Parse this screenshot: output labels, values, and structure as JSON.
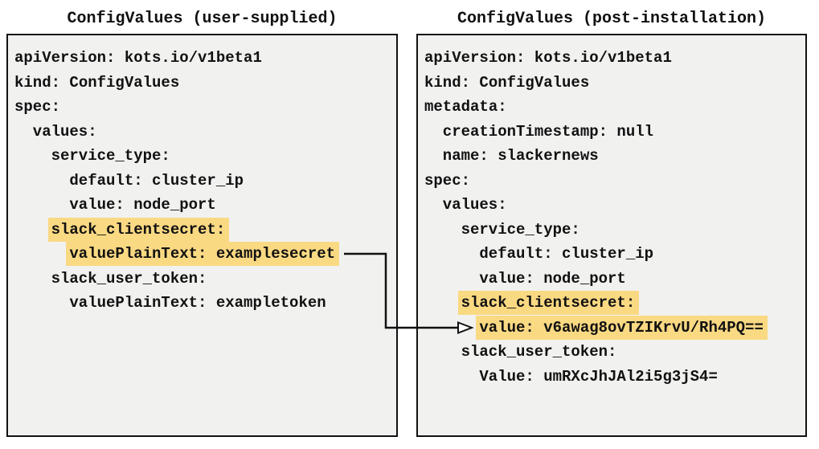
{
  "diagram": {
    "left_panel": {
      "title": "ConfigValues (user-supplied)",
      "lines": [
        {
          "indent": 0,
          "text": "apiVersion: kots.io/v1beta1",
          "highlight": false
        },
        {
          "indent": 0,
          "text": "kind: ConfigValues",
          "highlight": false
        },
        {
          "indent": 0,
          "text": "spec:",
          "highlight": false
        },
        {
          "indent": 2,
          "text": "values:",
          "highlight": false
        },
        {
          "indent": 4,
          "text": "service_type:",
          "highlight": false
        },
        {
          "indent": 6,
          "text": "default: cluster_ip",
          "highlight": false
        },
        {
          "indent": 6,
          "text": "value: node_port",
          "highlight": false
        },
        {
          "indent": 4,
          "text": "slack_clientsecret:",
          "highlight": true
        },
        {
          "indent": 6,
          "text": "valuePlainText: examplesecret",
          "highlight": true
        },
        {
          "indent": 4,
          "text": "slack_user_token:",
          "highlight": false
        },
        {
          "indent": 6,
          "text": "valuePlainText: exampletoken",
          "highlight": false
        }
      ]
    },
    "right_panel": {
      "title": "ConfigValues (post-installation)",
      "lines": [
        {
          "indent": 0,
          "text": "apiVersion: kots.io/v1beta1",
          "highlight": false
        },
        {
          "indent": 0,
          "text": "kind: ConfigValues",
          "highlight": false
        },
        {
          "indent": 0,
          "text": "metadata:",
          "highlight": false
        },
        {
          "indent": 2,
          "text": "creationTimestamp: null",
          "highlight": false
        },
        {
          "indent": 2,
          "text": "name: slackernews",
          "highlight": false
        },
        {
          "indent": 0,
          "text": "spec:",
          "highlight": false
        },
        {
          "indent": 2,
          "text": "values:",
          "highlight": false
        },
        {
          "indent": 4,
          "text": "service_type:",
          "highlight": false
        },
        {
          "indent": 6,
          "text": "default: cluster_ip",
          "highlight": false
        },
        {
          "indent": 6,
          "text": "value: node_port",
          "highlight": false
        },
        {
          "indent": 4,
          "text": "slack_clientsecret:",
          "highlight": true
        },
        {
          "indent": 6,
          "text": "value: v6awag8ovTZIKrvU/Rh4PQ==",
          "highlight": true
        },
        {
          "indent": 4,
          "text": "slack_user_token:",
          "highlight": false
        },
        {
          "indent": 6,
          "text": "Value: umRXcJhJAl2i5g3jS4=",
          "highlight": false
        }
      ]
    },
    "colors": {
      "highlight": "#fad983",
      "panel_bg": "#f1f1f0",
      "border": "#111111",
      "text": "#111111"
    }
  }
}
